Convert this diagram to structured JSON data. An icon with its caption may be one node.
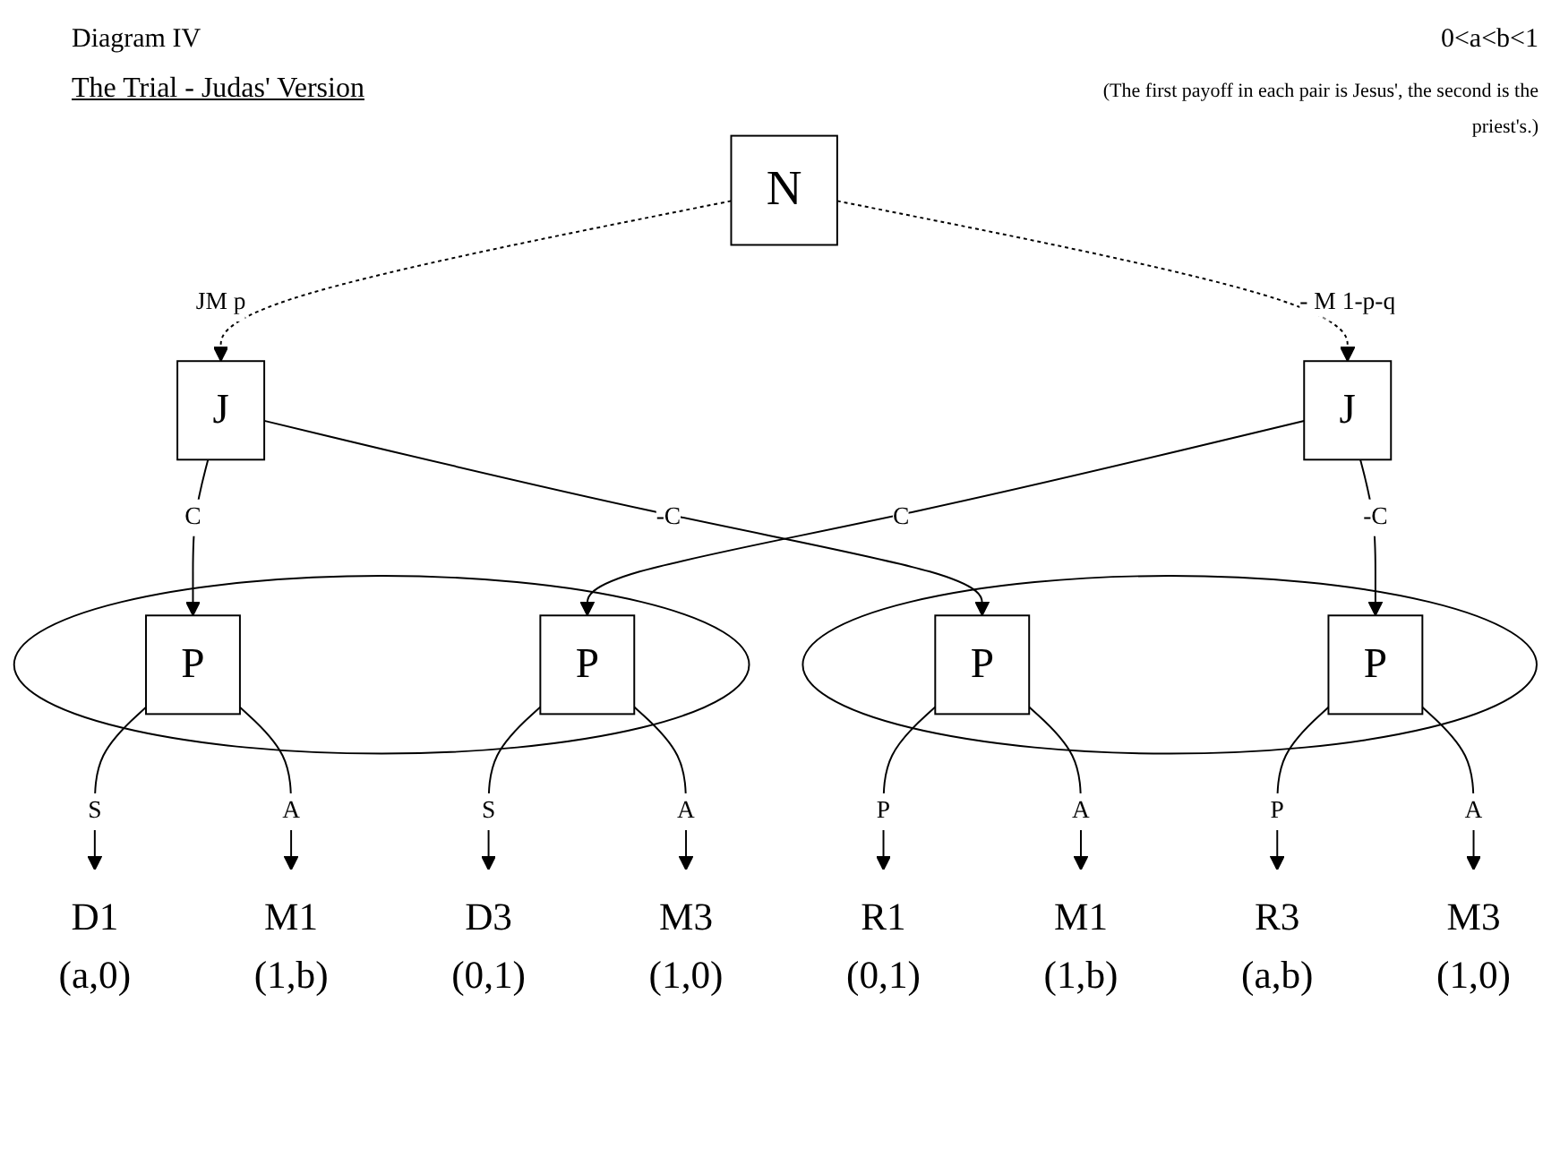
{
  "diagram": {
    "title": "The Trial - Judas' Version",
    "nodes": [
      {
        "text": [
          "N"
        ]
      },
      {
        "text": [
          "J"
        ]
      },
      {
        "text": [
          "J"
        ]
      },
      {
        "text": [],
        "shape": "ellipse"
      },
      {
        "text": [
          "P"
        ],
        "in": 3
      },
      {
        "text": [
          "P"
        ],
        "in": 3
      },
      {
        "text": [],
        "shape": "ellipse"
      },
      {
        "text": [
          "P"
        ],
        "in": 6
      },
      {
        "text": [
          "P"
        ],
        "in": 6
      },
      {
        "text": [
          "D1",
          "(a,0)"
        ]
      },
      {
        "text": [
          "M1",
          "(1,b)"
        ]
      },
      {
        "text": [
          "R1",
          "(0,1)"
        ]
      },
      {
        "text": [
          "M1",
          "(1,b)"
        ]
      },
      {
        "text": [
          "D3",
          "(0,1)"
        ]
      },
      {
        "text": [
          "M3",
          "(1,0)"
        ]
      },
      {
        "text": [
          "R3",
          "(a,b)"
        ]
      },
      {
        "text": [
          "M3",
          "(1,0)"
        ]
      }
    ],
    "edges": [
      {
        "from": 0,
        "to": 1,
        "arrow": "to",
        "label": "JM p",
        "style": "dashed"
      },
      {
        "from": 0,
        "to": 2,
        "arrow": "to",
        "label": "- M 1-p-q",
        "style": "dashed"
      },
      {
        "from": 1,
        "to": 4,
        "arrow": "to",
        "label": "C"
      },
      {
        "from": 1,
        "to": 7,
        "arrow": "to",
        "label": "-C"
      },
      {
        "from": 2,
        "to": 5,
        "arrow": "to",
        "label": "C"
      },
      {
        "from": 2,
        "to": 8,
        "arrow": "to",
        "label": "-C"
      },
      {
        "from": 4,
        "to": 9,
        "arrow": "to",
        "label": "S"
      },
      {
        "from": 4,
        "to": 10,
        "arrow": "to",
        "label": "A"
      },
      {
        "from": 7,
        "to": 11,
        "arrow": "to",
        "label": "P"
      },
      {
        "from": 7,
        "to": 12,
        "arrow": "to",
        "label": "A"
      },
      {
        "from": 5,
        "to": 13,
        "arrow": "to",
        "label": "S"
      },
      {
        "from": 5,
        "to": 14,
        "arrow": "to",
        "label": "A"
      },
      {
        "from": 8,
        "to": 15,
        "arrow": "to",
        "label": "P"
      },
      {
        "from": 8,
        "to": 16,
        "arrow": "to",
        "label": "A"
      }
    ],
    "labels": [
      "Diagram IV",
      "0<a<b<1",
      "(The first payoff in each pair is Jesus', the second is the priest's.)"
    ]
  }
}
